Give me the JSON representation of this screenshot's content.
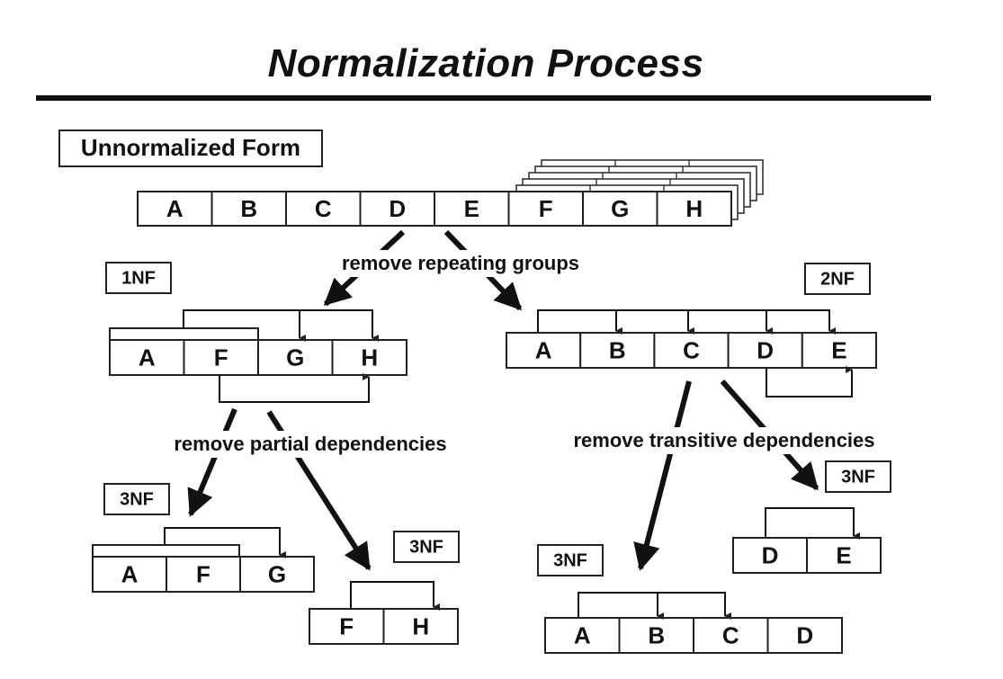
{
  "title": "Normalization Process",
  "unnormalized": {
    "label": "Unnormalized Form",
    "cells": [
      "A",
      "B",
      "C",
      "D",
      "E",
      "F",
      "G",
      "H"
    ]
  },
  "steps": {
    "repeating": "remove repeating groups",
    "partial": "remove partial dependencies",
    "transitive": "remove transitive dependencies"
  },
  "tables": {
    "nf1": {
      "badge": "1NF",
      "cells": [
        "A",
        "F",
        "G",
        "H"
      ]
    },
    "nf2": {
      "badge": "2NF",
      "cells": [
        "A",
        "B",
        "C",
        "D",
        "E"
      ]
    },
    "nf3_afg": {
      "badge": "3NF",
      "cells": [
        "A",
        "F",
        "G"
      ]
    },
    "nf3_fh": {
      "badge": "3NF",
      "cells": [
        "F",
        "H"
      ]
    },
    "nf3_de": {
      "badge": "3NF",
      "cells": [
        "D",
        "E"
      ]
    },
    "nf3_abcd": {
      "badge": "3NF",
      "cells": [
        "A",
        "B",
        "C",
        "D"
      ]
    }
  }
}
